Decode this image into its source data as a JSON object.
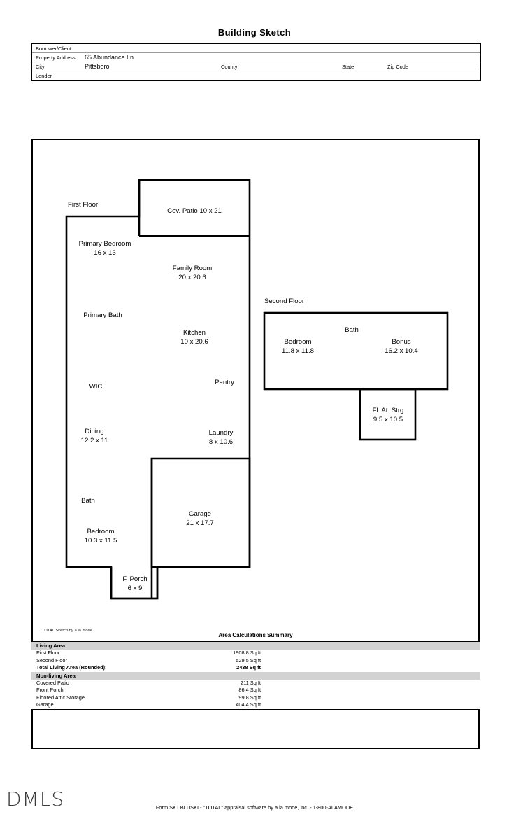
{
  "document": {
    "title": "Building Sketch"
  },
  "header": {
    "rows": [
      {
        "label": "Borrower/Client",
        "value": ""
      },
      {
        "label": "Property Address",
        "value": "65 Abundance Ln"
      },
      {
        "label": "City",
        "value": "Pittsboro"
      },
      {
        "label": "Lender",
        "value": ""
      }
    ],
    "city_row_labels": [
      {
        "label": "County",
        "value": ""
      },
      {
        "label": "State",
        "value": ""
      },
      {
        "label": "Zip Code",
        "value": ""
      }
    ]
  },
  "sketch": {
    "first_floor": {
      "name": "First Floor",
      "rooms": [
        {
          "name": "Cov. Patio 10 x 21",
          "dims": ""
        },
        {
          "name": "Primary Bedroom",
          "dims": "16 x 13"
        },
        {
          "name": "Family Room",
          "dims": "20 x 20.6"
        },
        {
          "name": "Primary Bath",
          "dims": ""
        },
        {
          "name": "Kitchen",
          "dims": "10 x 20.6"
        },
        {
          "name": "WIC",
          "dims": ""
        },
        {
          "name": "Pantry",
          "dims": ""
        },
        {
          "name": "Dining",
          "dims": "12.2 x 11"
        },
        {
          "name": "Laundry",
          "dims": "8 x 10.6"
        },
        {
          "name": "Bath",
          "dims": ""
        },
        {
          "name": "Bedroom",
          "dims": "10.3 x 11.5"
        },
        {
          "name": "Garage",
          "dims": "21 x 17.7"
        },
        {
          "name": "F. Porch",
          "dims": "6 x 9"
        }
      ]
    },
    "second_floor": {
      "name": "Second Floor",
      "rooms": [
        {
          "name": "Bath",
          "dims": ""
        },
        {
          "name": "Bedroom",
          "dims": "11.8 x 11.8"
        },
        {
          "name": "Bonus",
          "dims": "16.2 x 10.4"
        },
        {
          "name": "Fl. At. Strg",
          "dims": "9.5 x 10.5"
        }
      ]
    },
    "credit": "TOTAL Sketch by a la mode"
  },
  "area_summary": {
    "title": "Area Calculations Summary",
    "sections": [
      {
        "heading": "Living Area",
        "rows": [
          {
            "name": "First Floor",
            "value": "1908.8 Sq ft",
            "total": false
          },
          {
            "name": "Second Floor",
            "value": "529.5 Sq ft",
            "total": false
          },
          {
            "name": "Total Living Area (Rounded):",
            "value": "2438 Sq ft",
            "total": true
          }
        ]
      },
      {
        "heading": "Non-living Area",
        "rows": [
          {
            "name": "Covered Patio",
            "value": "211 Sq ft",
            "total": false
          },
          {
            "name": "Front Porch",
            "value": "86.4 Sq ft",
            "total": false
          },
          {
            "name": "Floored Attic Storage",
            "value": "99.8 Sq ft",
            "total": false
          },
          {
            "name": "Garage",
            "value": "404.4 Sq ft",
            "total": false
          }
        ]
      }
    ]
  },
  "footer": {
    "logo": "DMLS",
    "note": "Form SKT.BLDSKI - \"TOTAL\" appraisal software by a la mode, inc. - 1-800-ALAMODE"
  }
}
